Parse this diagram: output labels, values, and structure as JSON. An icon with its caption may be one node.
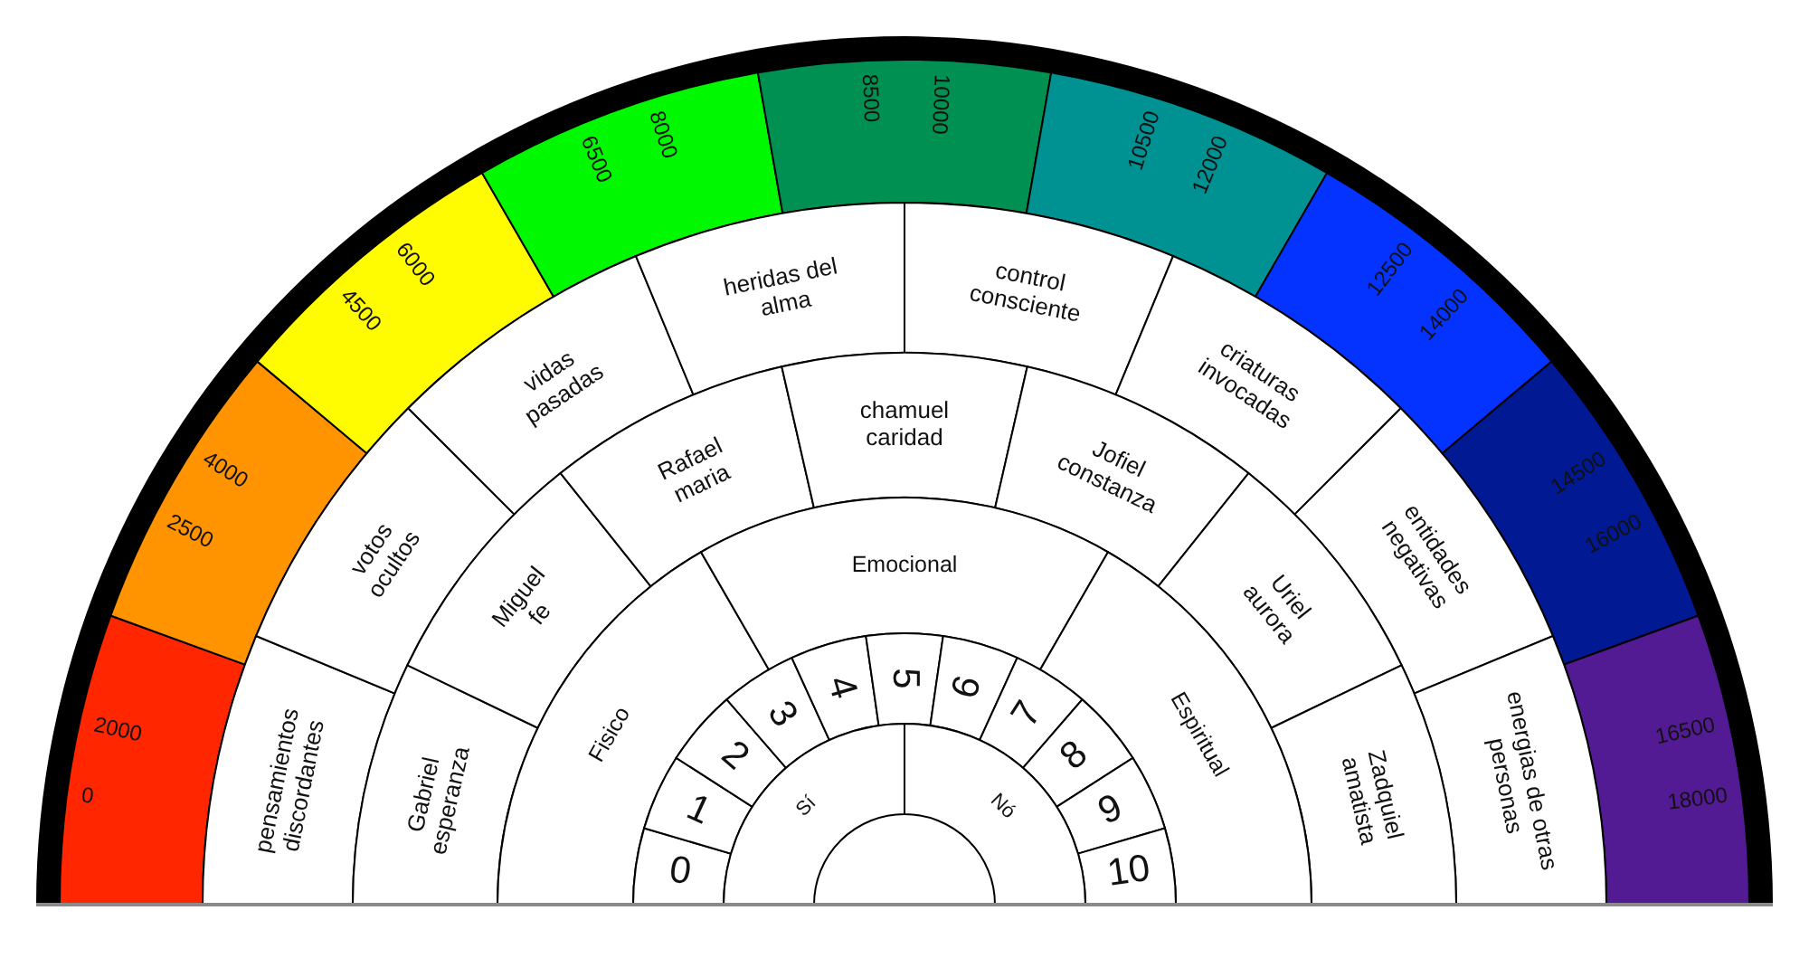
{
  "diagram": {
    "nodes": [
      {
        "text": [
          "0",
          "2000"
        ]
      },
      {
        "text": [
          "2500",
          "4000"
        ]
      },
      {
        "text": [
          "4500",
          "6000"
        ]
      },
      {
        "text": [
          "6500",
          "8000"
        ]
      },
      {
        "text": [
          "8500",
          "10000"
        ]
      },
      {
        "text": [
          "10500",
          "12000"
        ]
      },
      {
        "text": [
          "12500",
          "14000"
        ]
      },
      {
        "text": [
          "14500",
          "16000"
        ]
      },
      {
        "text": [
          "16500",
          "18000"
        ]
      },
      {
        "text": [
          "pensamientos discordantes"
        ]
      },
      {
        "text": [
          "votos ocultos"
        ]
      },
      {
        "text": [
          "vidas pasadas"
        ]
      },
      {
        "text": [
          "heridas del alma"
        ]
      },
      {
        "text": [
          "control consciente"
        ]
      },
      {
        "text": [
          "criaturas invocadas"
        ]
      },
      {
        "text": [
          "entidades negativas"
        ]
      },
      {
        "text": [
          "energias de otras personas"
        ]
      },
      {
        "text": [
          "Gabriel esperanza"
        ]
      },
      {
        "text": [
          "Miguel fe"
        ]
      },
      {
        "text": [
          "Rafael maria"
        ]
      },
      {
        "text": [
          "chamuel caridad"
        ]
      },
      {
        "text": [
          "Jofiel constanza"
        ]
      },
      {
        "text": [
          "Uriel aurora"
        ]
      },
      {
        "text": [
          "Zadquiel amatista"
        ]
      },
      {
        "text": [
          "Fisico"
        ]
      },
      {
        "text": [
          "Emocional"
        ]
      },
      {
        "text": [
          "Espiritual"
        ]
      },
      {
        "text": [
          "0"
        ]
      },
      {
        "text": [
          "1"
        ]
      },
      {
        "text": [
          "2"
        ]
      },
      {
        "text": [
          "3"
        ]
      },
      {
        "text": [
          "4"
        ]
      },
      {
        "text": [
          "5"
        ]
      },
      {
        "text": [
          "6"
        ]
      },
      {
        "text": [
          "7"
        ]
      },
      {
        "text": [
          "8"
        ]
      },
      {
        "text": [
          "9"
        ]
      },
      {
        "text": [
          "10"
        ]
      },
      {
        "text": [
          "Sí"
        ]
      },
      {
        "text": [
          "Nó"
        ]
      }
    ]
  }
}
